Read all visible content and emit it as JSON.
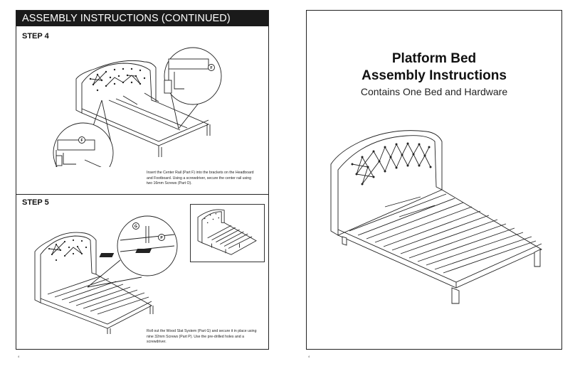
{
  "left_page": {
    "header": "ASSEMBLY INSTRUCTIONS (CONTINUED)",
    "step4": {
      "label": "STEP 4",
      "part_labels": [
        "F",
        "F",
        "O"
      ],
      "caption": "Insert the Center Rail (Part F) into the brackets on the Headboard and Footboard. Using a screwdriver, secure the center rail using two 16mm Screws (Part O)."
    },
    "step5": {
      "label": "STEP 5",
      "part_labels": [
        "G",
        "P"
      ],
      "caption": "Roll out the Wood Slat System (Part G) and secure it in place using nine 32mm Screws (Part P). Use the pre-drilled holes and a screwdriver."
    },
    "folio": "4"
  },
  "right_page": {
    "title_line1": "Platform Bed",
    "title_line2": "Assembly Instructions",
    "subtitle": "Contains One Bed and Hardware",
    "folio": "4"
  }
}
